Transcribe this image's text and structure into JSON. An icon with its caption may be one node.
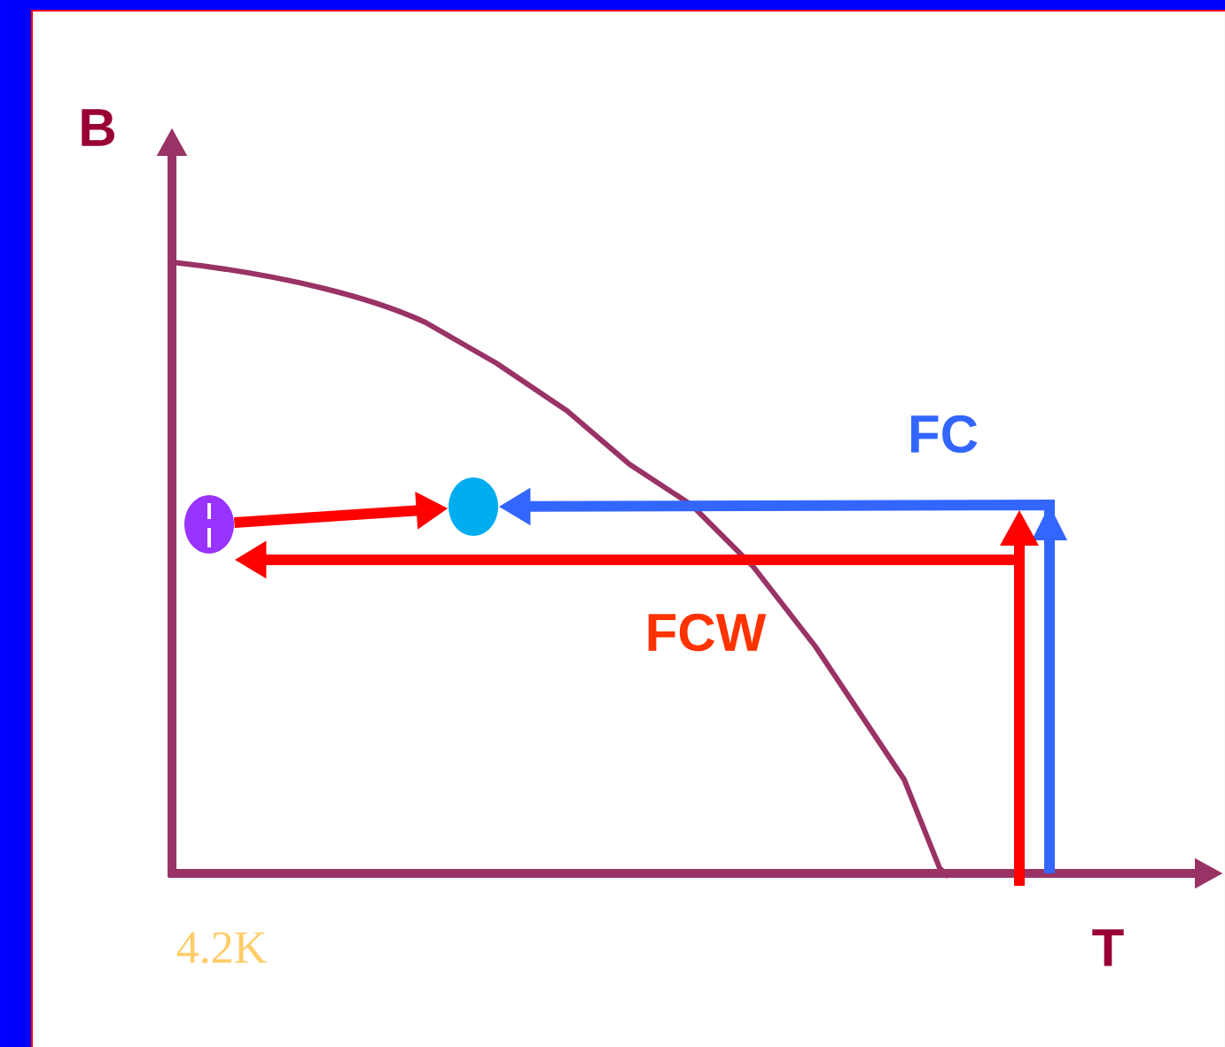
{
  "diagram": {
    "nodes": [
      {
        "text": [],
        "shape": "circle"
      },
      {
        "text": [],
        "shape": "circle"
      }
    ],
    "edges": [
      {
        "from": 0,
        "to": 1,
        "arrow": "to"
      },
      {
        "from": null,
        "to": 1,
        "arrow": "to",
        "label": "FC",
        "color": "#3366ff"
      },
      {
        "from": null,
        "to": 0,
        "arrow": "to",
        "label": "FCW"
      }
    ],
    "labels": [
      "B",
      "T",
      "4.2K"
    ]
  }
}
